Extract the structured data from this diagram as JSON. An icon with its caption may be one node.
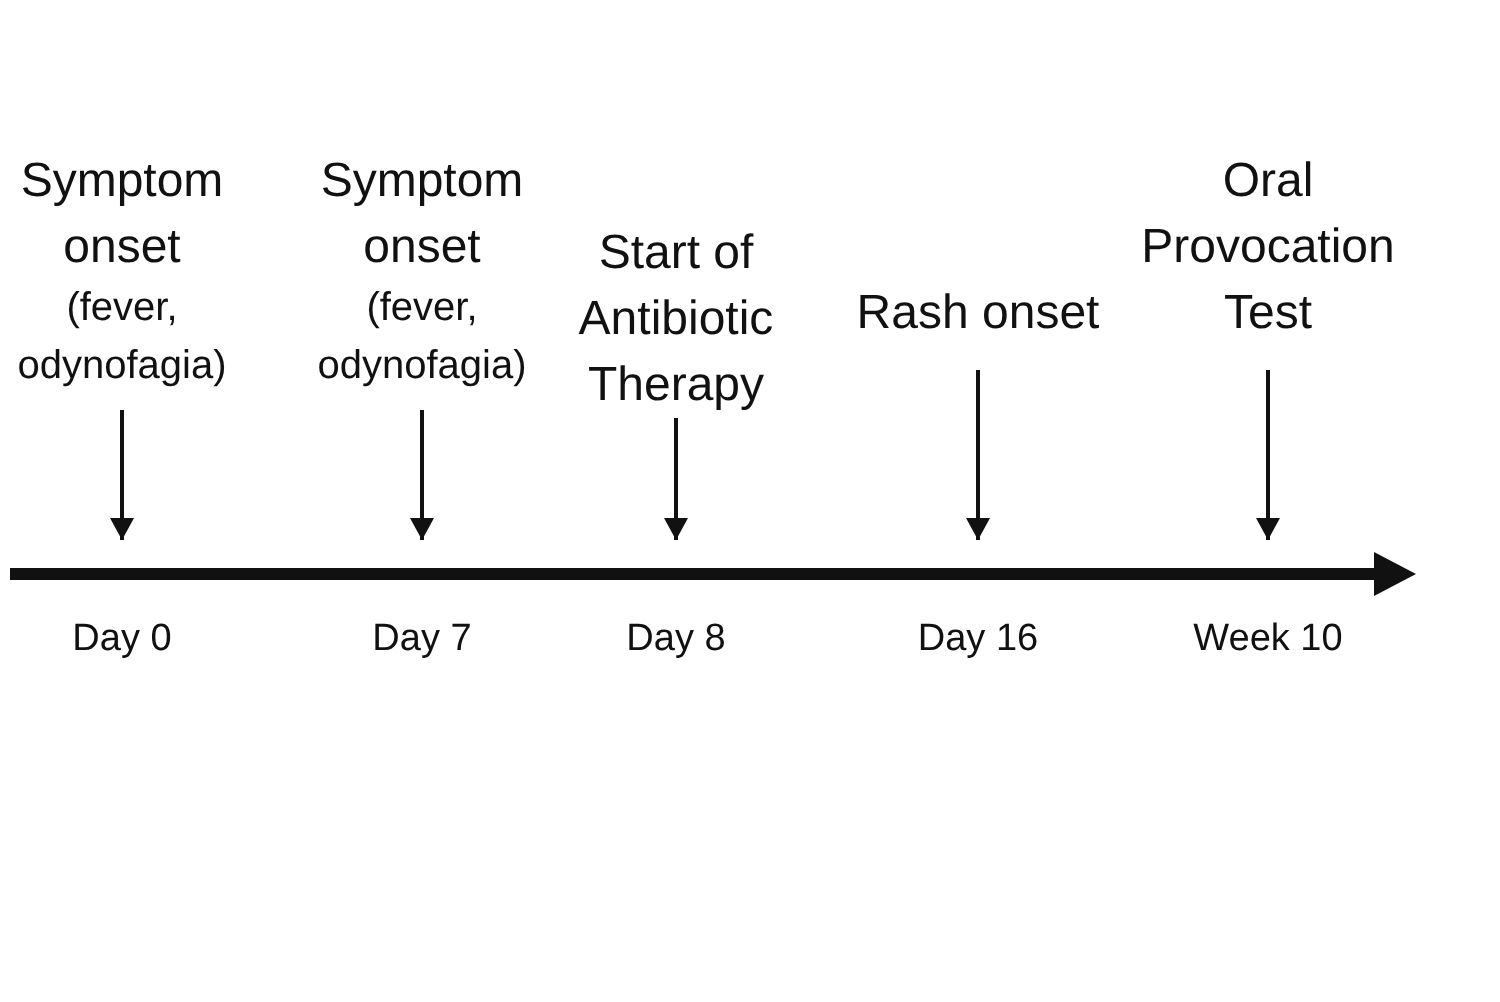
{
  "diagram": {
    "nodes": [
      {
        "text": [
          "Symptom onset",
          "(fever, odynofagia)"
        ]
      },
      {
        "text": [
          "Symptom onset",
          "(fever, odynofagia)"
        ]
      },
      {
        "text": [
          "Start of Antibiotic Therapy"
        ]
      },
      {
        "text": [
          "Rash onset"
        ]
      },
      {
        "text": [
          "Oral Provocation Test"
        ]
      }
    ],
    "edges": [
      {
        "from": 0,
        "to": null,
        "arrow": "to"
      },
      {
        "from": 1,
        "to": null,
        "arrow": "to"
      },
      {
        "from": 2,
        "to": null,
        "arrow": "to"
      },
      {
        "from": 3,
        "to": null,
        "arrow": "to"
      },
      {
        "from": 4,
        "to": null,
        "arrow": "to"
      }
    ],
    "labels": [
      "Day 0",
      "Day 7",
      "Day 8",
      "Day 16",
      "Week 10"
    ]
  }
}
